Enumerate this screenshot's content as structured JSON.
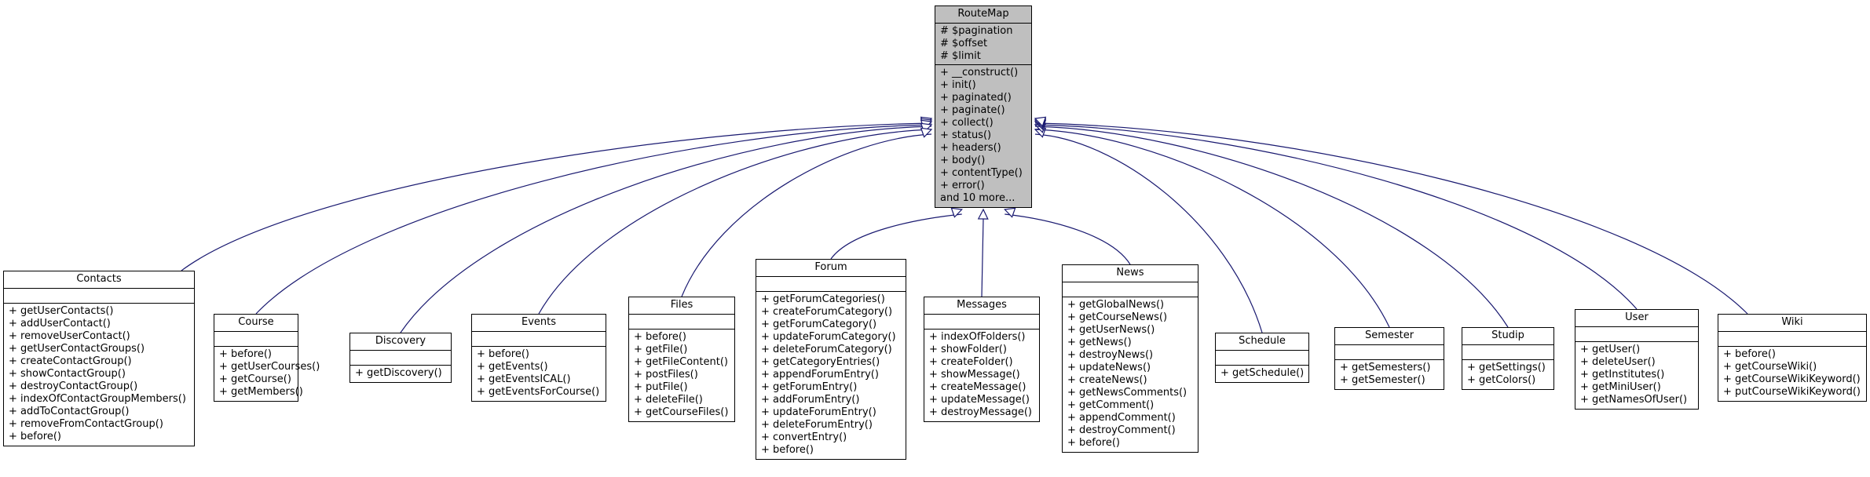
{
  "colors": {
    "edge": "#191970",
    "base_fill": "#bfbfbf",
    "class_fill": "#ffffff"
  },
  "base": {
    "name": "RouteMap",
    "attributes": [
      "# $pagination",
      "# $offset",
      "# $limit"
    ],
    "operations": [
      "+ __construct()",
      "+ init()",
      "+ paginated()",
      "+ paginate()",
      "+ collect()",
      "+ status()",
      "+ headers()",
      "+ body()",
      "+ contentType()",
      "+ error()",
      "and 10 more..."
    ]
  },
  "classes": [
    {
      "id": "contacts",
      "name": "Contacts",
      "attributes": [],
      "operations": [
        "+ getUserContacts()",
        "+ addUserContact()",
        "+ removeUserContact()",
        "+ getUserContactGroups()",
        "+ createContactGroup()",
        "+ showContactGroup()",
        "+ destroyContactGroup()",
        "+ indexOfContactGroupMembers()",
        "+ addToContactGroup()",
        "+ removeFromContactGroup()",
        "+ before()"
      ]
    },
    {
      "id": "course",
      "name": "Course",
      "attributes": [],
      "operations": [
        "+ before()",
        "+ getUserCourses()",
        "+ getCourse()",
        "+ getMembers()"
      ]
    },
    {
      "id": "discovery",
      "name": "Discovery",
      "attributes": [],
      "operations": [
        "+ getDiscovery()"
      ]
    },
    {
      "id": "events",
      "name": "Events",
      "attributes": [],
      "operations": [
        "+ before()",
        "+ getEvents()",
        "+ getEventsICAL()",
        "+ getEventsForCourse()"
      ]
    },
    {
      "id": "files",
      "name": "Files",
      "attributes": [],
      "operations": [
        "+ before()",
        "+ getFile()",
        "+ getFileContent()",
        "+ postFiles()",
        "+ putFile()",
        "+ deleteFile()",
        "+ getCourseFiles()"
      ]
    },
    {
      "id": "forum",
      "name": "Forum",
      "attributes": [],
      "operations": [
        "+ getForumCategories()",
        "+ createForumCategory()",
        "+ getForumCategory()",
        "+ updateForumCategory()",
        "+ deleteForumCategory()",
        "+ getCategoryEntries()",
        "+ appendForumEntry()",
        "+ getForumEntry()",
        "+ addForumEntry()",
        "+ updateForumEntry()",
        "+ deleteForumEntry()",
        "+ convertEntry()",
        "+ before()"
      ]
    },
    {
      "id": "messages",
      "name": "Messages",
      "attributes": [],
      "operations": [
        "+ indexOfFolders()",
        "+ showFolder()",
        "+ createFolder()",
        "+ showMessage()",
        "+ createMessage()",
        "+ updateMessage()",
        "+ destroyMessage()"
      ]
    },
    {
      "id": "news",
      "name": "News",
      "attributes": [],
      "operations": [
        "+ getGlobalNews()",
        "+ getCourseNews()",
        "+ getUserNews()",
        "+ getNews()",
        "+ destroyNews()",
        "+ updateNews()",
        "+ createNews()",
        "+ getNewsComments()",
        "+ getComment()",
        "+ appendComment()",
        "+ destroyComment()",
        "+ before()"
      ]
    },
    {
      "id": "schedule",
      "name": "Schedule",
      "attributes": [],
      "operations": [
        "+ getSchedule()"
      ]
    },
    {
      "id": "semester",
      "name": "Semester",
      "attributes": [],
      "operations": [
        "+ getSemesters()",
        "+ getSemester()"
      ]
    },
    {
      "id": "studip",
      "name": "Studip",
      "attributes": [],
      "operations": [
        "+ getSettings()",
        "+ getColors()"
      ]
    },
    {
      "id": "user",
      "name": "User",
      "attributes": [],
      "operations": [
        "+ getUser()",
        "+ deleteUser()",
        "+ getInstitutes()",
        "+ getMiniUser()",
        "+ getNamesOfUser()"
      ]
    },
    {
      "id": "wiki",
      "name": "Wiki",
      "attributes": [],
      "operations": [
        "+ before()",
        "+ getCourseWiki()",
        "+ getCourseWikiKeyword()",
        "+ putCourseWikiKeyword()"
      ]
    }
  ]
}
